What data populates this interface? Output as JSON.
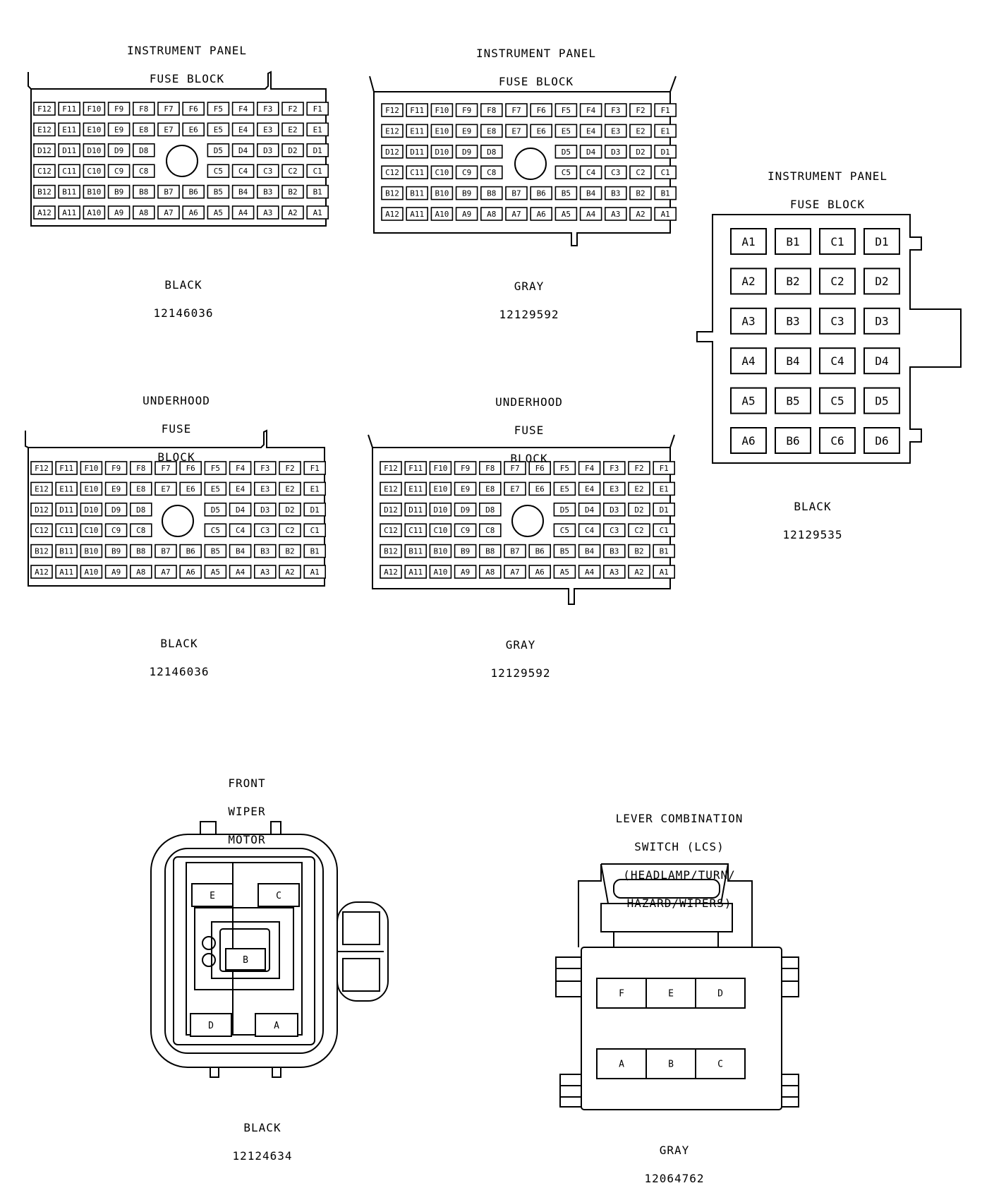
{
  "connectors": [
    {
      "id": "ip-black",
      "title_lines": [
        "INSTRUMENT PANEL",
        "FUSE BLOCK"
      ],
      "color": "BLACK",
      "part_number": "12146036",
      "cavity_rows": [
        [
          "F12",
          "F11",
          "F10",
          "F9",
          "F8",
          "F7",
          "F6",
          "F5",
          "F4",
          "F3",
          "F2",
          "F1"
        ],
        [
          "E12",
          "E11",
          "E10",
          "E9",
          "E8",
          "E7",
          "E6",
          "E5",
          "E4",
          "E3",
          "E2",
          "E1"
        ],
        [
          "D12",
          "D11",
          "D10",
          "D9",
          "D8",
          "",
          "",
          "D5",
          "D4",
          "D3",
          "D2",
          "D1"
        ],
        [
          "C12",
          "C11",
          "C10",
          "C9",
          "C8",
          "",
          "",
          "C5",
          "C4",
          "C3",
          "C2",
          "C1"
        ],
        [
          "B12",
          "B11",
          "B10",
          "B9",
          "B8",
          "B7",
          "B6",
          "B5",
          "B4",
          "B3",
          "B2",
          "B1"
        ],
        [
          "A12",
          "A11",
          "A10",
          "A9",
          "A8",
          "A7",
          "A6",
          "A5",
          "A4",
          "A3",
          "A2",
          "A1"
        ]
      ]
    },
    {
      "id": "ip-gray",
      "title_lines": [
        "INSTRUMENT PANEL",
        "FUSE BLOCK"
      ],
      "color": "GRAY",
      "part_number": "12129592",
      "cavity_rows": [
        [
          "F12",
          "F11",
          "F10",
          "F9",
          "F8",
          "F7",
          "F6",
          "F5",
          "F4",
          "F3",
          "F2",
          "F1"
        ],
        [
          "E12",
          "E11",
          "E10",
          "E9",
          "E8",
          "E7",
          "E6",
          "E5",
          "E4",
          "E3",
          "E2",
          "E1"
        ],
        [
          "D12",
          "D11",
          "D10",
          "D9",
          "D8",
          "",
          "",
          "D5",
          "D4",
          "D3",
          "D2",
          "D1"
        ],
        [
          "C12",
          "C11",
          "C10",
          "C9",
          "C8",
          "",
          "",
          "C5",
          "C4",
          "C3",
          "C2",
          "C1"
        ],
        [
          "B12",
          "B11",
          "B10",
          "B9",
          "B8",
          "B7",
          "B6",
          "B5",
          "B4",
          "B3",
          "B2",
          "B1"
        ],
        [
          "A12",
          "A11",
          "A10",
          "A9",
          "A8",
          "A7",
          "A6",
          "A5",
          "A4",
          "A3",
          "A2",
          "A1"
        ]
      ]
    },
    {
      "id": "ip-black-small",
      "title_lines": [
        "INSTRUMENT PANEL",
        "FUSE BLOCK"
      ],
      "color": "BLACK",
      "part_number": "12129535",
      "cavity_rows": [
        [
          "A1",
          "B1",
          "C1",
          "D1"
        ],
        [
          "A2",
          "B2",
          "C2",
          "D2"
        ],
        [
          "A3",
          "B3",
          "C3",
          "D3"
        ],
        [
          "A4",
          "B4",
          "C4",
          "D4"
        ],
        [
          "A5",
          "B5",
          "C5",
          "D5"
        ],
        [
          "A6",
          "B6",
          "C6",
          "D6"
        ]
      ]
    },
    {
      "id": "uh-black",
      "title_lines": [
        "UNDERHOOD",
        "FUSE",
        "BLOCK"
      ],
      "color": "BLACK",
      "part_number": "12146036",
      "cavity_rows": [
        [
          "F12",
          "F11",
          "F10",
          "F9",
          "F8",
          "F7",
          "F6",
          "F5",
          "F4",
          "F3",
          "F2",
          "F1"
        ],
        [
          "E12",
          "E11",
          "E10",
          "E9",
          "E8",
          "E7",
          "E6",
          "E5",
          "E4",
          "E3",
          "E2",
          "E1"
        ],
        [
          "D12",
          "D11",
          "D10",
          "D9",
          "D8",
          "",
          "",
          "D5",
          "D4",
          "D3",
          "D2",
          "D1"
        ],
        [
          "C12",
          "C11",
          "C10",
          "C9",
          "C8",
          "",
          "",
          "C5",
          "C4",
          "C3",
          "C2",
          "C1"
        ],
        [
          "B12",
          "B11",
          "B10",
          "B9",
          "B8",
          "B7",
          "B6",
          "B5",
          "B4",
          "B3",
          "B2",
          "B1"
        ],
        [
          "A12",
          "A11",
          "A10",
          "A9",
          "A8",
          "A7",
          "A6",
          "A5",
          "A4",
          "A3",
          "A2",
          "A1"
        ]
      ]
    },
    {
      "id": "uh-gray",
      "title_lines": [
        "UNDERHOOD",
        "FUSE",
        "BLOCK"
      ],
      "color": "GRAY",
      "part_number": "12129592",
      "cavity_rows": [
        [
          "F12",
          "F11",
          "F10",
          "F9",
          "F8",
          "F7",
          "F6",
          "F5",
          "F4",
          "F3",
          "F2",
          "F1"
        ],
        [
          "E12",
          "E11",
          "E10",
          "E9",
          "E8",
          "E7",
          "E6",
          "E5",
          "E4",
          "E3",
          "E2",
          "E1"
        ],
        [
          "D12",
          "D11",
          "D10",
          "D9",
          "D8",
          "",
          "",
          "D5",
          "D4",
          "D3",
          "D2",
          "D1"
        ],
        [
          "C12",
          "C11",
          "C10",
          "C9",
          "C8",
          "",
          "",
          "C5",
          "C4",
          "C3",
          "C2",
          "C1"
        ],
        [
          "B12",
          "B11",
          "B10",
          "B9",
          "B8",
          "B7",
          "B6",
          "B5",
          "B4",
          "B3",
          "B2",
          "B1"
        ],
        [
          "A12",
          "A11",
          "A10",
          "A9",
          "A8",
          "A7",
          "A6",
          "A5",
          "A4",
          "A3",
          "A2",
          "A1"
        ]
      ]
    },
    {
      "id": "wiper",
      "title_lines": [
        "FRONT",
        "WIPER",
        "MOTOR"
      ],
      "color": "BLACK",
      "part_number": "12124634",
      "cavities": {
        "e": "E",
        "c": "C",
        "b": "B",
        "d": "D",
        "a": "A"
      }
    },
    {
      "id": "lcs",
      "title_lines": [
        "LEVER COMBINATION",
        "SWITCH (LCS)",
        "(HEADLAMP/TURN/",
        "HAZARD/WIPERS)"
      ],
      "color": "GRAY",
      "part_number": "12064762",
      "cavity_rows": [
        [
          "F",
          "E",
          "D"
        ],
        [
          "A",
          "B",
          "C"
        ]
      ]
    }
  ]
}
